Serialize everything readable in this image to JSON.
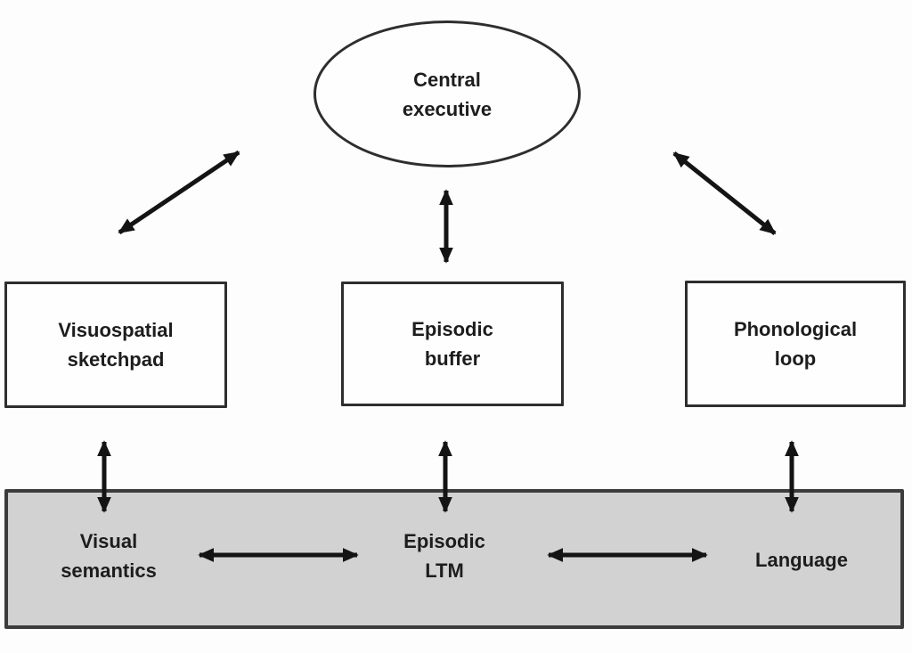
{
  "diagram_type": "working-memory-model",
  "nodes": {
    "central_executive": {
      "label": "Central executive",
      "line1": "Central",
      "line2": "executive",
      "shape": "ellipse"
    },
    "visuospatial_sketchpad": {
      "label": "Visuospatial sketchpad",
      "line1": "Visuospatial",
      "line2": "sketchpad",
      "shape": "rectangle"
    },
    "episodic_buffer": {
      "label": "Episodic buffer",
      "line1": "Episodic",
      "line2": "buffer",
      "shape": "rectangle"
    },
    "phonological_loop": {
      "label": "Phonological loop",
      "line1": "Phonological",
      "line2": "loop",
      "shape": "rectangle"
    },
    "visual_semantics": {
      "label": "Visual semantics",
      "line1": "Visual",
      "line2": "semantics",
      "shape": "ltm-region"
    },
    "episodic_ltm": {
      "label": "Episodic LTM",
      "line1": "Episodic",
      "line2": "LTM",
      "shape": "ltm-region"
    },
    "language": {
      "label": "Language",
      "line1": "Language",
      "shape": "ltm-region"
    }
  },
  "connections": [
    {
      "from": "Central executive",
      "to": "Visuospatial sketchpad",
      "type": "bidirectional"
    },
    {
      "from": "Central executive",
      "to": "Episodic buffer",
      "type": "bidirectional"
    },
    {
      "from": "Central executive",
      "to": "Phonological loop",
      "type": "bidirectional"
    },
    {
      "from": "Visuospatial sketchpad",
      "to": "Visual semantics",
      "type": "bidirectional"
    },
    {
      "from": "Episodic buffer",
      "to": "Episodic LTM",
      "type": "bidirectional"
    },
    {
      "from": "Phonological loop",
      "to": "Language",
      "type": "bidirectional"
    },
    {
      "from": "Visual semantics",
      "to": "Episodic LTM",
      "type": "bidirectional"
    },
    {
      "from": "Episodic LTM",
      "to": "Language",
      "type": "bidirectional"
    }
  ],
  "colors": {
    "background": "#fdfdfd",
    "node_border": "#2e2e2e",
    "ltm_fill": "#d2d2d2",
    "ltm_border": "#3c3c3c",
    "arrow": "#141414",
    "text": "#1d1d1d"
  }
}
